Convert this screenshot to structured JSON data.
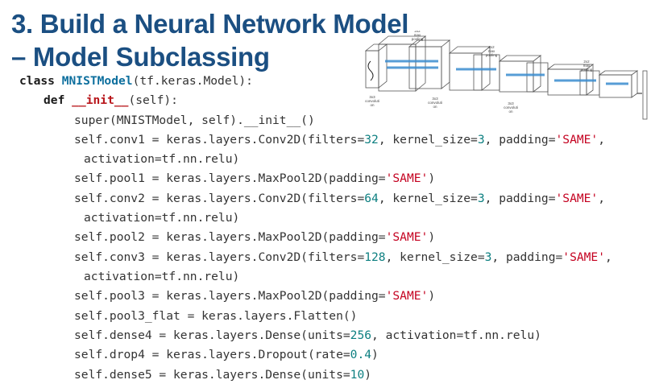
{
  "slide": {
    "title_line1": "3. Build a Neural Network Model",
    "title_line2": "– Model Subclassing"
  },
  "diagram": {
    "labels": {
      "pool1": "2x2\nmax\npooling",
      "pool2": "2x2\nmax\npooling",
      "pool3": "2x2\nmax\npooling",
      "conv1": "3x3\nconvoluti\non",
      "conv2": "3x3\nconvoluti\non",
      "conv3": "3x3\nconvoluti\non"
    }
  },
  "code": {
    "l1_kw": "class ",
    "l1_cls": "MNISTModel",
    "l1_rest": "(tf.keras.Model):",
    "l2_kw": "def ",
    "l2_fn": "__init__",
    "l2_rest": "(self):",
    "l3": "super(MNISTModel, self).__init__()",
    "l4_a": "self.conv1 = keras.layers.Conv2D(filters=",
    "l4_n1": "32",
    "l4_b": ", kernel_size=",
    "l4_n2": "3",
    "l4_c": ", padding=",
    "l4_s": "'SAME'",
    "l4_d": ",",
    "l5": "activation=tf.nn.relu)",
    "l6_a": "self.pool1 = keras.layers.MaxPool2D(padding=",
    "l6_s": "'SAME'",
    "l6_b": ")",
    "l7_a": "self.conv2 = keras.layers.Conv2D(filters=",
    "l7_n1": "64",
    "l7_b": ", kernel_size=",
    "l7_n2": "3",
    "l7_c": ", padding=",
    "l7_s": "'SAME'",
    "l7_d": ",",
    "l8": "activation=tf.nn.relu)",
    "l9_a": "self.pool2 = keras.layers.MaxPool2D(padding=",
    "l9_s": "'SAME'",
    "l9_b": ")",
    "l10_a": "self.conv3 = keras.layers.Conv2D(filters=",
    "l10_n1": "128",
    "l10_b": ", kernel_size=",
    "l10_n2": "3",
    "l10_c": ", padding=",
    "l10_s": "'SAME'",
    "l10_d": ",",
    "l11": "activation=tf.nn.relu)",
    "l12_a": "self.pool3 = keras.layers.MaxPool2D(padding=",
    "l12_s": "'SAME'",
    "l12_b": ")",
    "l13": "self.pool3_flat = keras.layers.Flatten()",
    "l14_a": "self.dense4 = keras.layers.Dense(units=",
    "l14_n": "256",
    "l14_b": ", activation=tf.nn.relu)",
    "l15_a": "self.drop4 = keras.layers.Dropout(rate=",
    "l15_n": "0.4",
    "l15_b": ")",
    "l16_a": "self.dense5 = keras.layers.Dense(units=",
    "l16_n": "10",
    "l16_b": ")"
  }
}
